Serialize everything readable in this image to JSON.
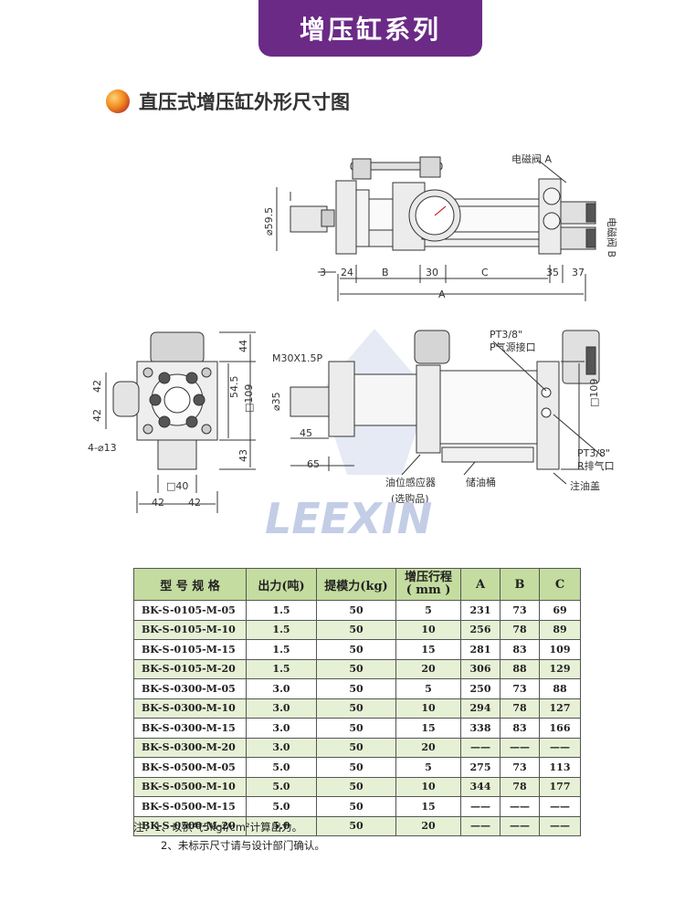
{
  "header": {
    "banner_title": "增压缸系列"
  },
  "section": {
    "title": "直压式增压缸外形尺寸图"
  },
  "drawing_top": {
    "label_valve_a": "电磁阀 A",
    "label_valve_b": "电磁阀 B",
    "dim_dia": "⌀59.5",
    "dims": [
      "3",
      "24",
      "B",
      "30",
      "C",
      "35",
      "37"
    ],
    "dim_total": "A"
  },
  "drawing_front": {
    "dims_left": [
      "42",
      "42"
    ],
    "dims_right": [
      "44",
      "54.5",
      "□109",
      "43"
    ],
    "holes": "4-⌀13",
    "square": "□40",
    "dims_bottom": [
      "42",
      "42"
    ]
  },
  "drawing_side": {
    "thread": "M30X1.5P",
    "dia": "⌀35",
    "dim_45": "45",
    "dim_65": "65",
    "port_p_1": "PT3/8\"",
    "port_p_2": "P气源接口",
    "port_r_1": "PT3/8\"",
    "port_r_2": "R排气口",
    "square": "□109",
    "oil_sensor_1": "油位感应器",
    "oil_sensor_2": "(选购品)",
    "oil_tank": "储油桶",
    "oil_cap": "注油盖",
    "watermark": "LEEXIN"
  },
  "table": {
    "headers": [
      "型 号 规 格",
      "出力(吨)",
      "提模力(kg)",
      "增压行程",
      "( mm )",
      "A",
      "B",
      "C"
    ],
    "rows": [
      [
        "BK-S-0105-M-05",
        "1.5",
        "50",
        "5",
        "231",
        "73",
        "69"
      ],
      [
        "BK-S-0105-M-10",
        "1.5",
        "50",
        "10",
        "256",
        "78",
        "89"
      ],
      [
        "BK-S-0105-M-15",
        "1.5",
        "50",
        "15",
        "281",
        "83",
        "109"
      ],
      [
        "BK-S-0105-M-20",
        "1.5",
        "50",
        "20",
        "306",
        "88",
        "129"
      ],
      [
        "BK-S-0300-M-05",
        "3.0",
        "50",
        "5",
        "250",
        "73",
        "88"
      ],
      [
        "BK-S-0300-M-10",
        "3.0",
        "50",
        "10",
        "294",
        "78",
        "127"
      ],
      [
        "BK-S-0300-M-15",
        "3.0",
        "50",
        "15",
        "338",
        "83",
        "166"
      ],
      [
        "BK-S-0300-M-20",
        "3.0",
        "50",
        "20",
        "——",
        "——",
        "——"
      ],
      [
        "BK-S-0500-M-05",
        "5.0",
        "50",
        "5",
        "275",
        "73",
        "113"
      ],
      [
        "BK-S-0500-M-10",
        "5.0",
        "50",
        "10",
        "344",
        "78",
        "177"
      ],
      [
        "BK-S-0500-M-15",
        "5.0",
        "50",
        "15",
        "——",
        "——",
        "——"
      ],
      [
        "BK-S-0500-M-20",
        "5.0",
        "50",
        "20",
        "——",
        "——",
        "——"
      ]
    ]
  },
  "notes": [
    "注：1、以供气5kgf/cm²计算出力。",
    "2、未标示尺寸请与设计部门确认。"
  ],
  "colors": {
    "banner": "#6b2a86",
    "table_header": "#c4dca0",
    "table_alt_row": "#e6f0d5"
  }
}
